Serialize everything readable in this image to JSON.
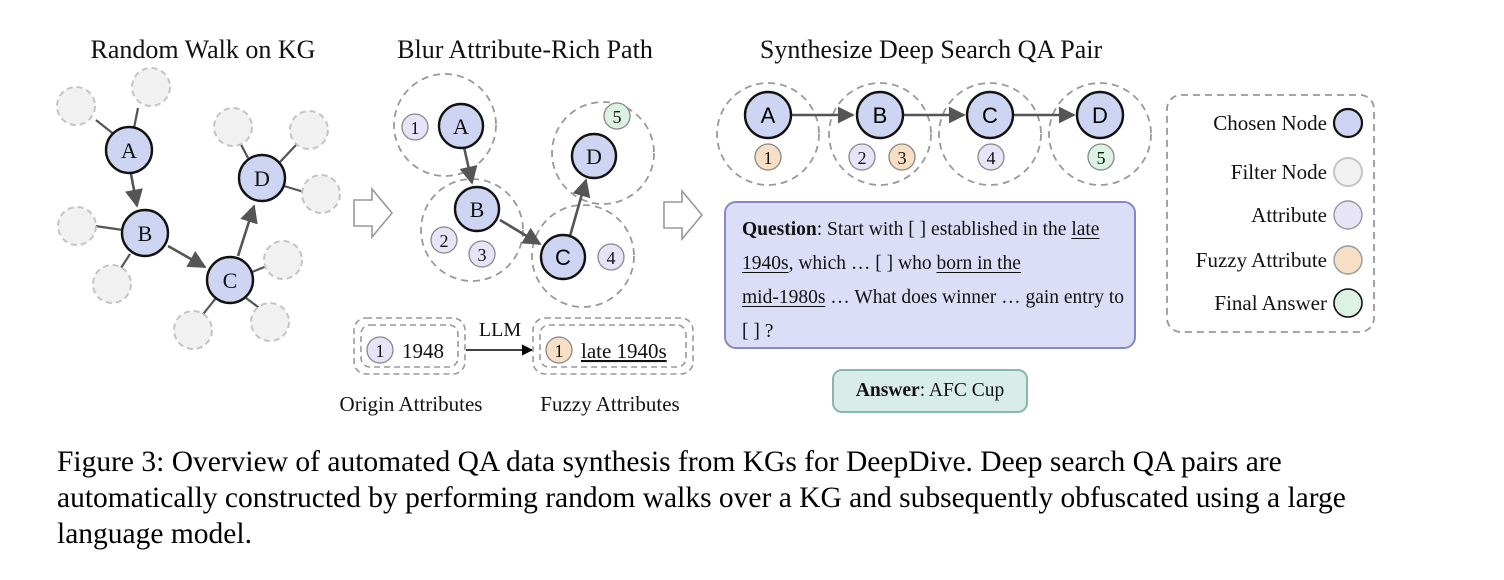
{
  "panels": {
    "random_walk_title": "Random Walk on KG",
    "blur_title": "Blur Attribute-Rich Path",
    "synth_title": "Synthesize Deep Search QA Pair"
  },
  "nodes": {
    "a": "A",
    "b": "B",
    "c": "C",
    "d": "D"
  },
  "attributes": {
    "n1": "1",
    "n2": "2",
    "n3": "3",
    "n4": "4",
    "n5": "5"
  },
  "llm_example": {
    "origin_value": "1948",
    "llm_label": "LLM",
    "fuzzy_value": "late 1940s",
    "origin_caption": "Origin Attributes",
    "fuzzy_caption": "Fuzzy Attributes"
  },
  "question": {
    "label": "Question",
    "p1": ": Start with [    ] established in the ",
    "u1": "late 1940s",
    "p2": ", which … [    ] who ",
    "u2a": "born in the",
    "u2b": "mid-1980s",
    "p3": " … What does winner … gain entry to [    ] ?"
  },
  "answer": {
    "label": "Answer",
    "value": ": AFC Cup"
  },
  "legend": {
    "chosen": "Chosen Node",
    "filter": "Filter Node",
    "attribute": "Attribute",
    "fuzzy": "Fuzzy Attribute",
    "final": "Final Answer"
  },
  "colors": {
    "chosen_node": "#cdd5f2",
    "filter_node": "#f2f2f2",
    "attribute": "#e8e4f7",
    "fuzzy_attribute": "#f6dfc5",
    "final_answer": "#dcf2e3",
    "question_box": "#dcdef7",
    "answer_box": "#d9ede8"
  },
  "caption": "Figure 3: Overview of automated QA data synthesis from KGs for DeepDive. Deep search QA pairs are automatically constructed by performing random walks over a KG and subsequently obfuscated using a large language model."
}
